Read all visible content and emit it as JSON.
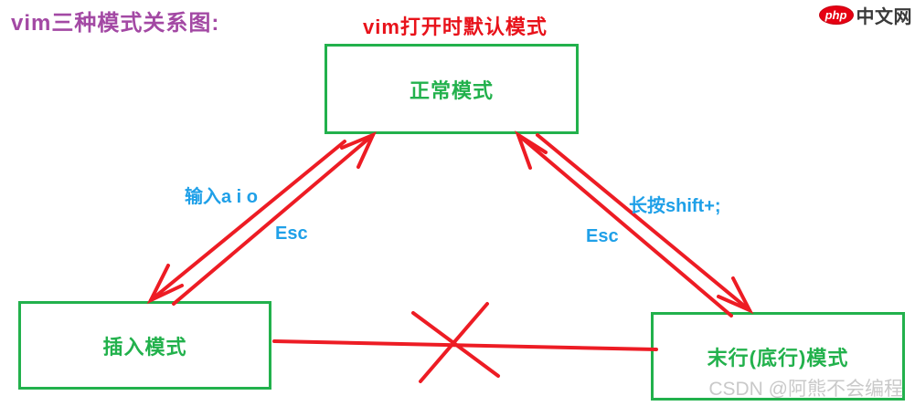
{
  "page": {
    "title": "vim三种模式关系图:",
    "top_caption": "vim打开时默认模式"
  },
  "logo": {
    "badge": "php",
    "text": "中文网"
  },
  "diagram": {
    "nodes": [
      {
        "id": "normal",
        "label": "正常模式"
      },
      {
        "id": "insert",
        "label": "插入模式"
      },
      {
        "id": "lastline",
        "label": "末行(底行)模式"
      }
    ],
    "edges": [
      {
        "from": "normal",
        "to": "insert",
        "label": "输入a i o"
      },
      {
        "from": "insert",
        "to": "normal",
        "label": "Esc"
      },
      {
        "from": "normal",
        "to": "lastline",
        "label": "长按shift+;"
      },
      {
        "from": "lastline",
        "to": "normal",
        "label": "Esc"
      },
      {
        "from": "insert",
        "to": "lastline",
        "label": "",
        "blocked": true
      }
    ]
  },
  "watermark": "CSDN @阿熊不会编程",
  "colors": {
    "box": "#22B14C",
    "line": "#ED1C24",
    "label": "#1FA0E8",
    "title": "#A349A4",
    "caption": "#E8121A",
    "watermark": "#C9C9C9",
    "logored": "#E60012",
    "logotext": "#3A3A3A"
  }
}
